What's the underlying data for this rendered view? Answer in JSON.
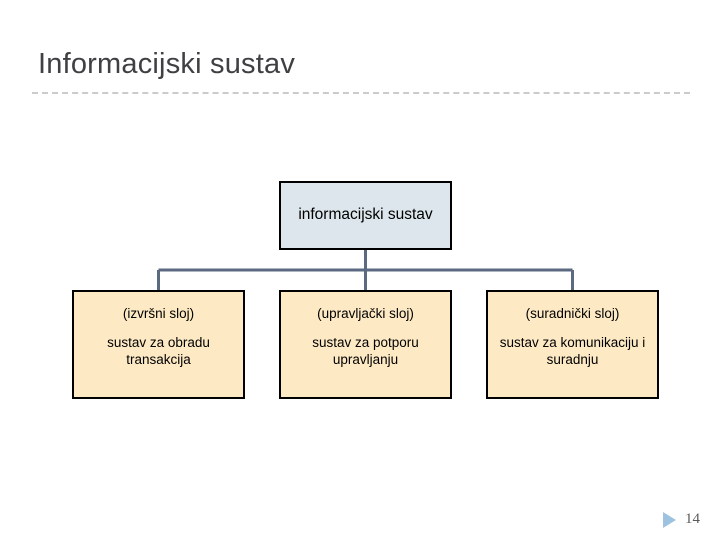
{
  "slide": {
    "title": "Informacijski sustav",
    "page_number": "14",
    "nav_icon": "play-triangle-icon",
    "accent_color": "#9dc3e0",
    "title_color": "#3f4042",
    "rule_color": "#c9cbcd"
  },
  "diagram": {
    "type": "hierarchy",
    "connector_color": "#5b6a80",
    "root": {
      "label": "informacijski sustav",
      "fill": "#dce6ec",
      "border": "#000000"
    },
    "children": [
      {
        "layer": "(izvršni sloj)",
        "description": "sustav za obradu transakcija",
        "fill": "#fdeac4",
        "border": "#000000"
      },
      {
        "layer": "(upravljački sloj)",
        "description": "sustav za potporu upravljanju",
        "fill": "#fdeac4",
        "border": "#000000"
      },
      {
        "layer": "(suradnički sloj)",
        "description": "sustav za komunikaciju i suradnju",
        "fill": "#fdeac4",
        "border": "#000000"
      }
    ]
  }
}
